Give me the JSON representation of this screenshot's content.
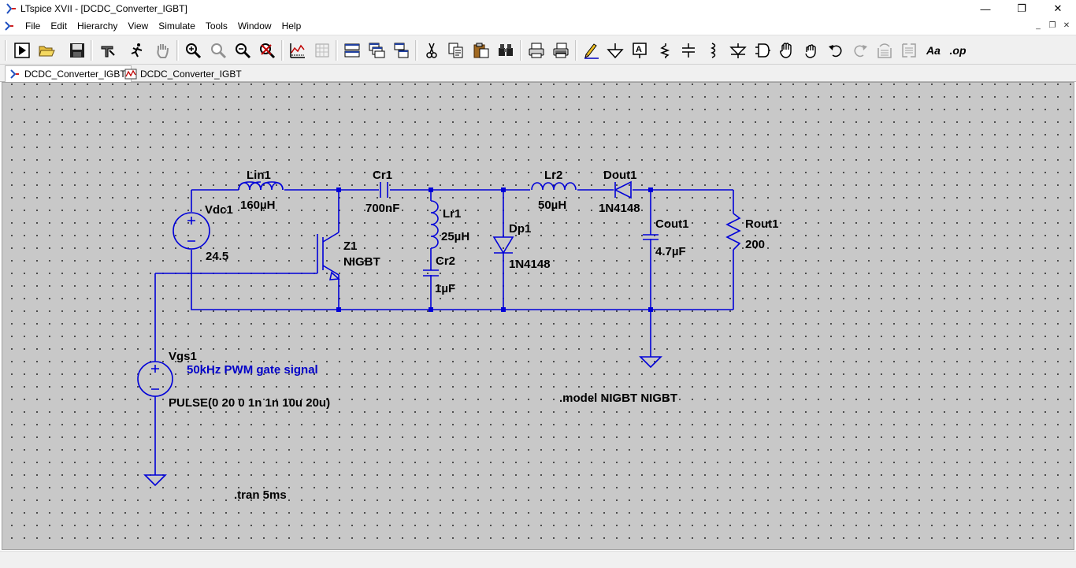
{
  "window": {
    "title": "LTspice XVII - [DCDC_Converter_IGBT]",
    "controls": {
      "minimize": "—",
      "maximize": "❐",
      "close": "✕"
    }
  },
  "menubar": {
    "items": [
      {
        "label": "File"
      },
      {
        "label": "Edit"
      },
      {
        "label": "Hierarchy"
      },
      {
        "label": "View"
      },
      {
        "label": "Simulate"
      },
      {
        "label": "Tools"
      },
      {
        "label": "Window"
      },
      {
        "label": "Help"
      }
    ],
    "mdi_controls": {
      "minimize": "_",
      "restore": "❐",
      "close": "✕"
    }
  },
  "toolbar": {
    "buttons": [
      "run-icon",
      "open-icon",
      "save-icon",
      "control-panel-icon",
      "halt-icon",
      "pan-icon",
      "zoom-in-icon",
      "zoom-full-icon",
      "zoom-out-icon",
      "zoom-cancel-icon",
      "autorange-icon",
      "grid-icon",
      "tile-horizontal-icon",
      "cascade-icon",
      "tile-vertical-icon",
      "cut-icon",
      "copy-icon",
      "paste-icon",
      "find-icon",
      "print-icon",
      "print-setup-icon",
      "wire-pencil-icon",
      "ground-icon",
      "label-net-icon",
      "resistor-icon",
      "capacitor-icon",
      "inductor-icon",
      "diode-icon",
      "component-icon",
      "move-hand-icon",
      "drag-hand-icon",
      "undo-icon",
      "redo-icon",
      "rotate-icon",
      "mirror-icon",
      "text-icon",
      "spice-directive-icon"
    ],
    "text_button": "Aa",
    "op_button": ".op"
  },
  "tabs": [
    {
      "label": "DCDC_Converter_IGBT",
      "kind": "schematic",
      "active": true
    },
    {
      "label": "DCDC_Converter_IGBT",
      "kind": "waveform",
      "active": false
    }
  ],
  "schematic": {
    "components": {
      "lin1": {
        "name": "Lin1",
        "value": "160µH"
      },
      "cr1": {
        "name": "Cr1",
        "value": "700nF"
      },
      "lr2": {
        "name": "Lr2",
        "value": "50µH"
      },
      "dout1": {
        "name": "Dout1",
        "value": "1N4148"
      },
      "vdc1": {
        "name": "Vdc1",
        "value": "24.5"
      },
      "z1": {
        "name": "Z1",
        "value": "NIGBT"
      },
      "lr1": {
        "name": "Lr1",
        "value": "25µH"
      },
      "cr2": {
        "name": "Cr2",
        "value": "1µF"
      },
      "dp1": {
        "name": "Dp1",
        "value": "1N4148"
      },
      "cout1": {
        "name": "Cout1",
        "value": "4.7µF"
      },
      "rout1": {
        "name": "Rout1",
        "value": "200"
      },
      "vgs1": {
        "name": "Vgs1",
        "value": "PULSE(0 20 0 1n 1n 10u 20u)"
      }
    },
    "comment": "50kHz PWM gate signal",
    "directives": {
      "model": ".model NIGBT NIGBT",
      "tran": ".tran 5ms"
    }
  }
}
